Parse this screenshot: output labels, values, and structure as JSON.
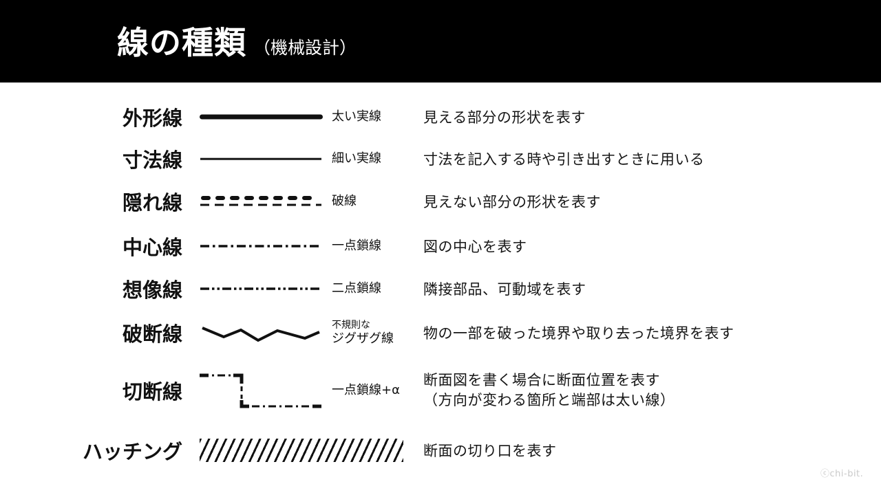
{
  "header": {
    "title": "線の種類",
    "subtitle": "（機械設計）"
  },
  "rows": [
    {
      "name": "外形線",
      "line_type": "thick-solid-line",
      "style_label": "太い実線",
      "description": "見える部分の形状を表す"
    },
    {
      "name": "寸法線",
      "line_type": "thin-solid-line",
      "style_label": "細い実線",
      "description": "寸法を記入する時や引き出すときに用いる"
    },
    {
      "name": "隠れ線",
      "line_type": "dashed-line",
      "style_label": "破線",
      "description": "見えない部分の形状を表す"
    },
    {
      "name": "中心線",
      "line_type": "one-dot-chain-line",
      "style_label": "一点鎖線",
      "description": "図の中心を表す"
    },
    {
      "name": "想像線",
      "line_type": "two-dot-chain-line",
      "style_label": "二点鎖線",
      "description": "隣接部品、可動域を表す"
    },
    {
      "name": "破断線",
      "line_type": "irregular-zigzag-line",
      "style_label_top": "不規則な",
      "style_label": "ジグザグ線",
      "description": "物の一部を破った境界や取り去った境界を表す"
    },
    {
      "name": "切断線",
      "line_type": "cutting-plane-line",
      "style_label": "一点鎖線+α",
      "description_line1": "断面図を書く場合に断面位置を表す",
      "description_line2": "（方向が変わる箇所と端部は太い線）"
    },
    {
      "name": "ハッチング",
      "line_type": "hatching",
      "description": "断面の切り口を表す"
    }
  ],
  "watermark": "ⓒchi-bit.",
  "colors": {
    "header_bg": "#000000",
    "body_bg": "#ffffff",
    "text": "#111111",
    "line": "#111111",
    "watermark": "#c9c9c9"
  }
}
